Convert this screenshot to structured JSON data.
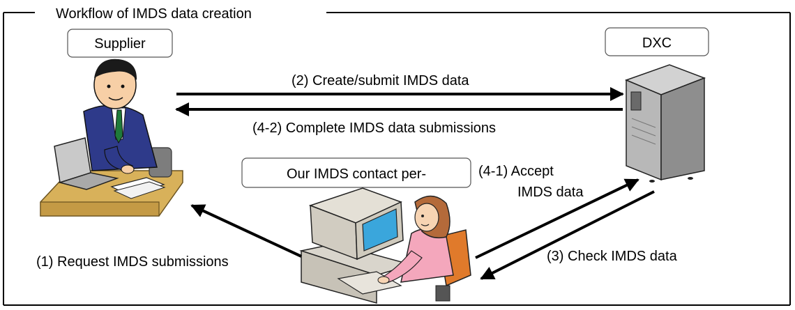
{
  "title": "Workflow of IMDS data creation",
  "actors": {
    "supplier": "Supplier",
    "dxc": "DXC",
    "contact": "Our IMDS contact per-"
  },
  "steps": {
    "step1": "(1)  Request IMDS submissions",
    "step2": "(2) Create/submit IMDS data",
    "step3": "(3) Check IMDS data",
    "step4_1_line1": "(4-1) Accept",
    "step4_1_line2": "IMDS data",
    "step4_2": "(4-2) Complete IMDS data submissions"
  },
  "icons": {
    "supplier": "businessman-laptop-icon",
    "server": "server-tower-icon",
    "contact": "woman-desktop-computer-icon"
  }
}
